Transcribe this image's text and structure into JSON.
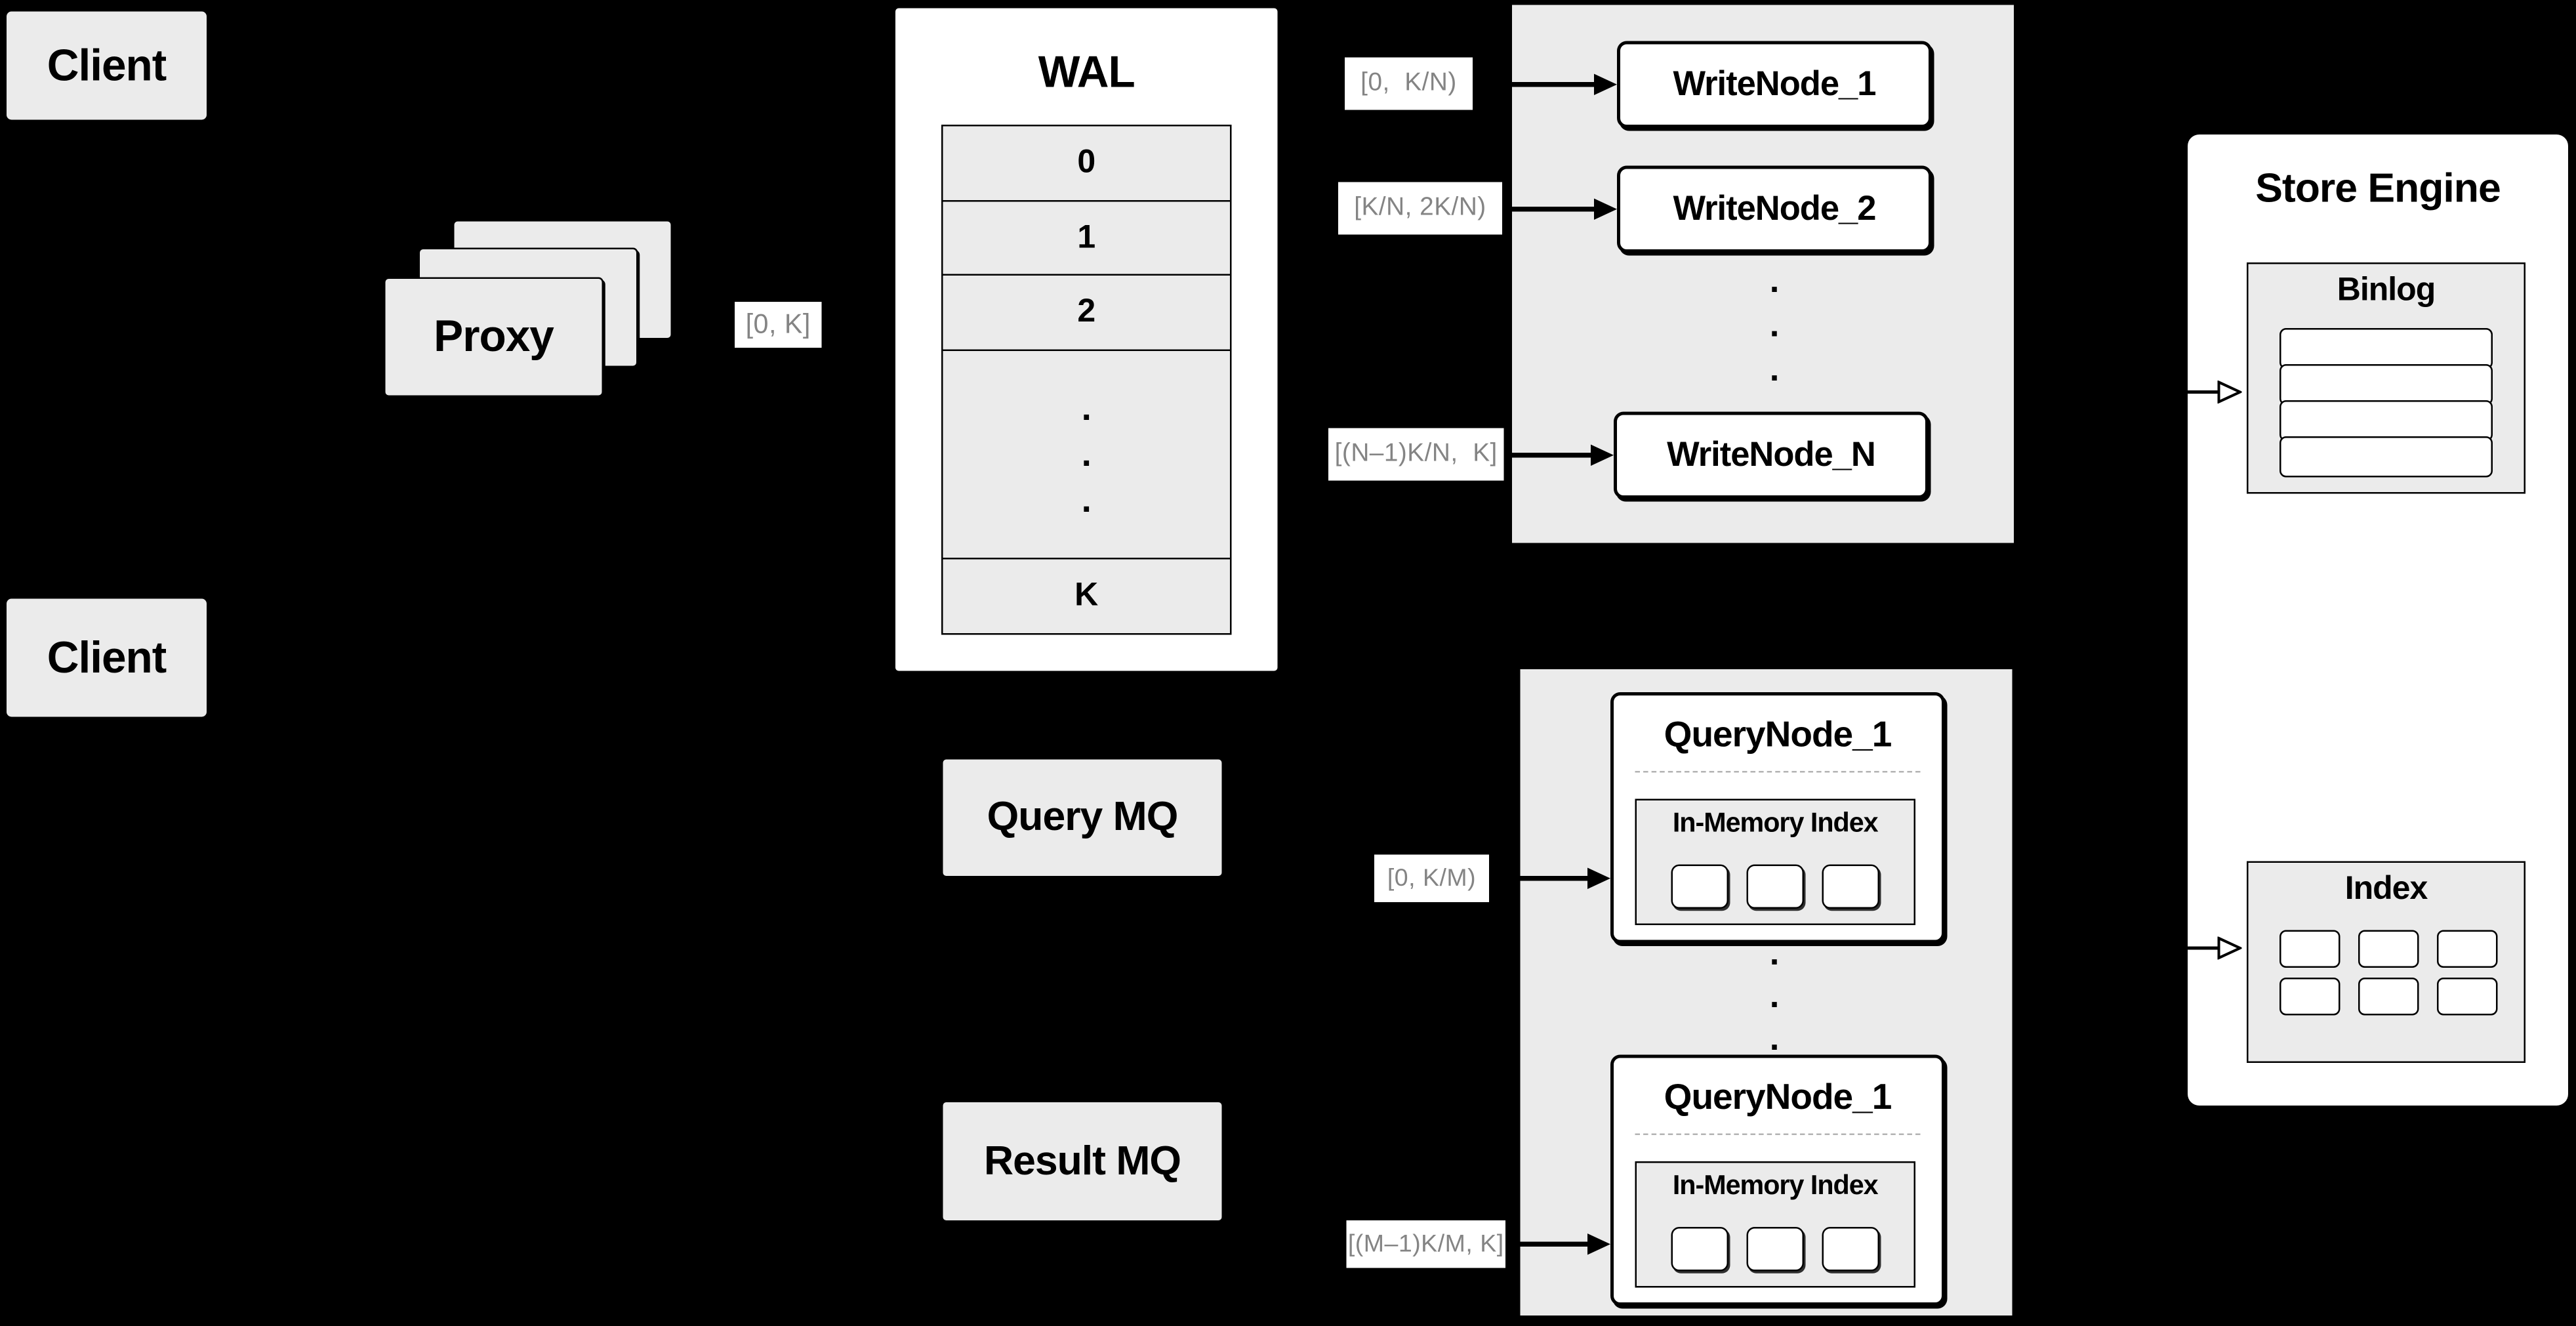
{
  "colors": {
    "background": "#000000",
    "panel_fill": "#ebebeb",
    "box_fill": "#ffffff",
    "stroke": "#000000",
    "range_text": "#848484",
    "divider": "#b3b3b3"
  },
  "dots": [
    ".",
    ".",
    "."
  ],
  "clients": {
    "top_label": "Client",
    "bottom_label": "Client"
  },
  "proxy": {
    "label": "Proxy",
    "out_range": "[0, K]"
  },
  "wal": {
    "title": "WAL",
    "segments": [
      "0",
      "1",
      "2",
      "K"
    ]
  },
  "write_cluster": {
    "ranges": [
      "[0,  K/N)",
      "[K/N, 2K/N)",
      "[(N–1)K/N,  K]"
    ],
    "nodes": [
      "WriteNode_1",
      "WriteNode_2",
      "WriteNode_N"
    ]
  },
  "mq": {
    "query_label": "Query MQ",
    "result_label": "Result MQ"
  },
  "query_cluster": {
    "ranges": [
      "[0, K/M)",
      "[(M–1)K/M, K]"
    ],
    "node_title_1": "QueryNode_1",
    "node_title_2": "QueryNode_1",
    "inner_title": "In-Memory Index"
  },
  "store": {
    "title": "Store Engine",
    "binlog_title": "Binlog",
    "index_title": "Index"
  }
}
